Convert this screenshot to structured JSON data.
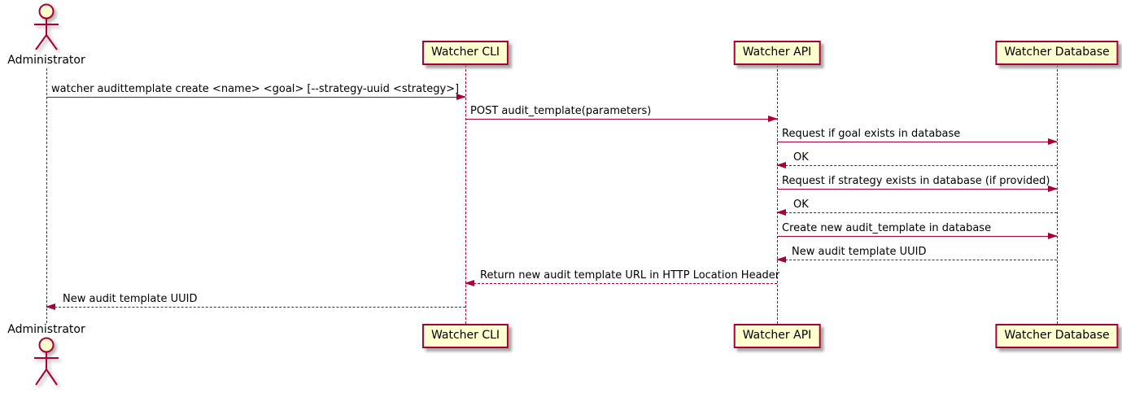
{
  "diagram_type": "sequence-diagram",
  "colors": {
    "participant_fill": "#FEFECE",
    "line_and_border": "#A80036",
    "text": "#000000",
    "background": "#ffffff"
  },
  "actors": {
    "administrator": "Administrator",
    "cli": "Watcher CLI",
    "api": "Watcher API",
    "db": "Watcher Database"
  },
  "messages": [
    {
      "from": "Administrator",
      "to": "Watcher CLI",
      "line": "solid",
      "text": "watcher audittemplate create <name> <goal> [--strategy-uuid <strategy>]"
    },
    {
      "from": "Watcher CLI",
      "to": "Watcher API",
      "line": "solid",
      "text": "POST audit_template(parameters)"
    },
    {
      "from": "Watcher API",
      "to": "Watcher Database",
      "line": "solid",
      "text": "Request if goal exists in database"
    },
    {
      "from": "Watcher Database",
      "to": "Watcher API",
      "line": "dashed",
      "text": "OK"
    },
    {
      "from": "Watcher API",
      "to": "Watcher Database",
      "line": "solid",
      "text": "Request if strategy exists in database (if provided)"
    },
    {
      "from": "Watcher Database",
      "to": "Watcher API",
      "line": "dashed",
      "text": "OK"
    },
    {
      "from": "Watcher API",
      "to": "Watcher Database",
      "line": "solid",
      "text": "Create new audit_template in database"
    },
    {
      "from": "Watcher Database",
      "to": "Watcher API",
      "line": "dashed",
      "text": "New audit template UUID"
    },
    {
      "from": "Watcher API",
      "to": "Watcher CLI",
      "line": "dashed",
      "text": "Return new audit template URL in HTTP Location Header"
    },
    {
      "from": "Watcher CLI",
      "to": "Administrator",
      "line": "dashed",
      "text": "New audit template UUID"
    }
  ]
}
